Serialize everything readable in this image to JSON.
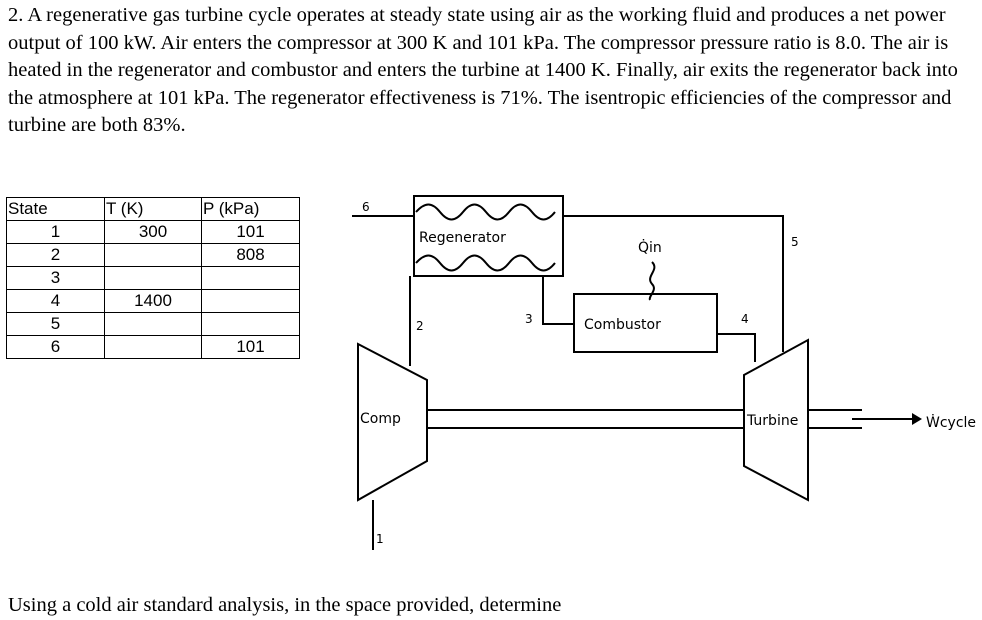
{
  "problem": {
    "text": "2. A regenerative gas turbine cycle operates at steady state using air as the working fluid and produces a net power output of 100 kW. Air enters the compressor at 300 K and 101 kPa. The compressor pressure ratio is 8.0. The air is heated in the regenerator and combustor and enters the turbine at 1400 K. Finally, air exits the regenerator back into the atmosphere at 101 kPa. The regenerator effectiveness is 71%. The isentropic efficiencies of the compressor and turbine are both 83%."
  },
  "table": {
    "headers": [
      "State",
      "T (K)",
      "P (kPa)"
    ],
    "rows": [
      [
        "1",
        "300",
        "101"
      ],
      [
        "2",
        "",
        "808"
      ],
      [
        "3",
        "",
        ""
      ],
      [
        "4",
        "1400",
        ""
      ],
      [
        "5",
        "",
        ""
      ],
      [
        "6",
        "",
        "101"
      ]
    ]
  },
  "diagram": {
    "regenerator": "Regenerator",
    "combustor": "Combustor",
    "compressor": "Comp",
    "turbine": "Turbine",
    "heat_in": "Q̇in",
    "work_out": "Ẇcycle",
    "state_labels": [
      "1",
      "2",
      "3",
      "4",
      "5",
      "6"
    ]
  },
  "footer": {
    "text": "Using a cold air standard analysis, in the space provided, determine"
  }
}
